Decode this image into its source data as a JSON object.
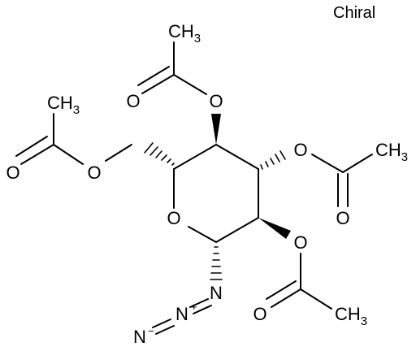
{
  "molecule": {
    "stereo_flag": "Chiral",
    "atoms": {
      "ring_o": "O",
      "ester_o_c6": "O",
      "carbonyl_o_c6": "O",
      "methyl_c6": "CH3",
      "ester_o_c4": "O",
      "carbonyl_o_c4": "O",
      "methyl_c4": "CH3",
      "ester_o_c3": "O",
      "carbonyl_o_c3": "O",
      "methyl_c3": "CH3",
      "ester_o_c2": "O",
      "carbonyl_o_c2": "O",
      "methyl_c2": "CH3",
      "azide_n1": "N",
      "azide_n2": "N",
      "azide_n2_charge": "+",
      "azide_n3": "N",
      "azide_n3_charge": "−"
    }
  }
}
